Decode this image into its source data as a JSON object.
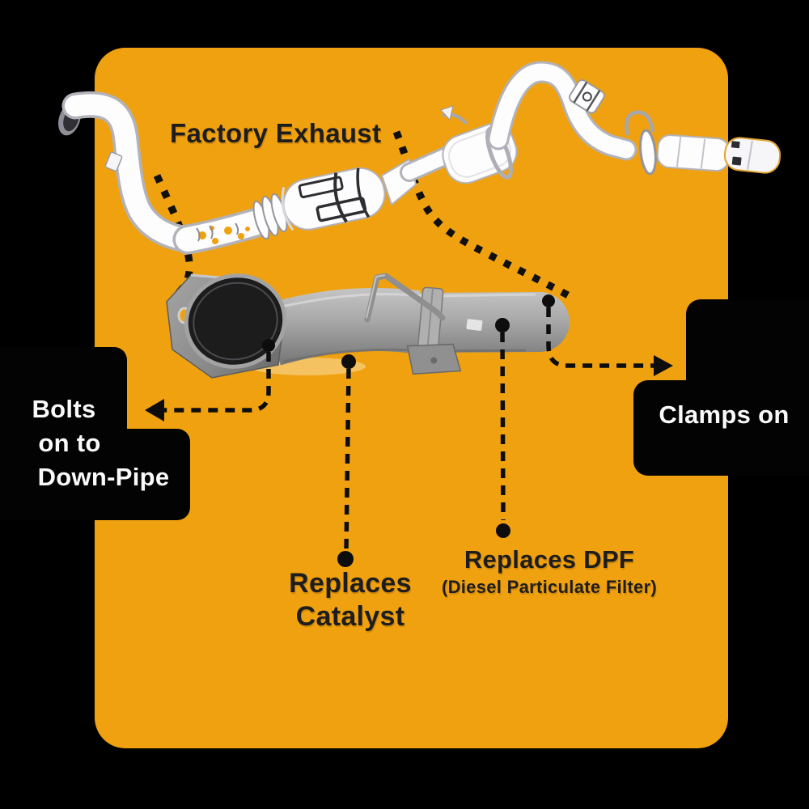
{
  "infographic": {
    "title": "Factory Exhaust",
    "callouts": {
      "bolts": {
        "lines": [
          "Bolts",
          "on to",
          "Down-Pipe"
        ]
      },
      "clamps": {
        "label": "Clamps on"
      },
      "catalyst": {
        "lines": [
          "Replaces",
          "Catalyst"
        ]
      },
      "dpf": {
        "label": "Replaces DPF",
        "sublabel": "(Diesel Particulate Filter)"
      }
    },
    "colors": {
      "background": "#000000",
      "card": "#F0A10F",
      "label_dark": "#1D1D1D",
      "label_light": "#FAFAFA",
      "connector": "#0D0D0D",
      "pipe_gray": "#A9A9A9",
      "factory_white": "#FDFDFD"
    }
  }
}
